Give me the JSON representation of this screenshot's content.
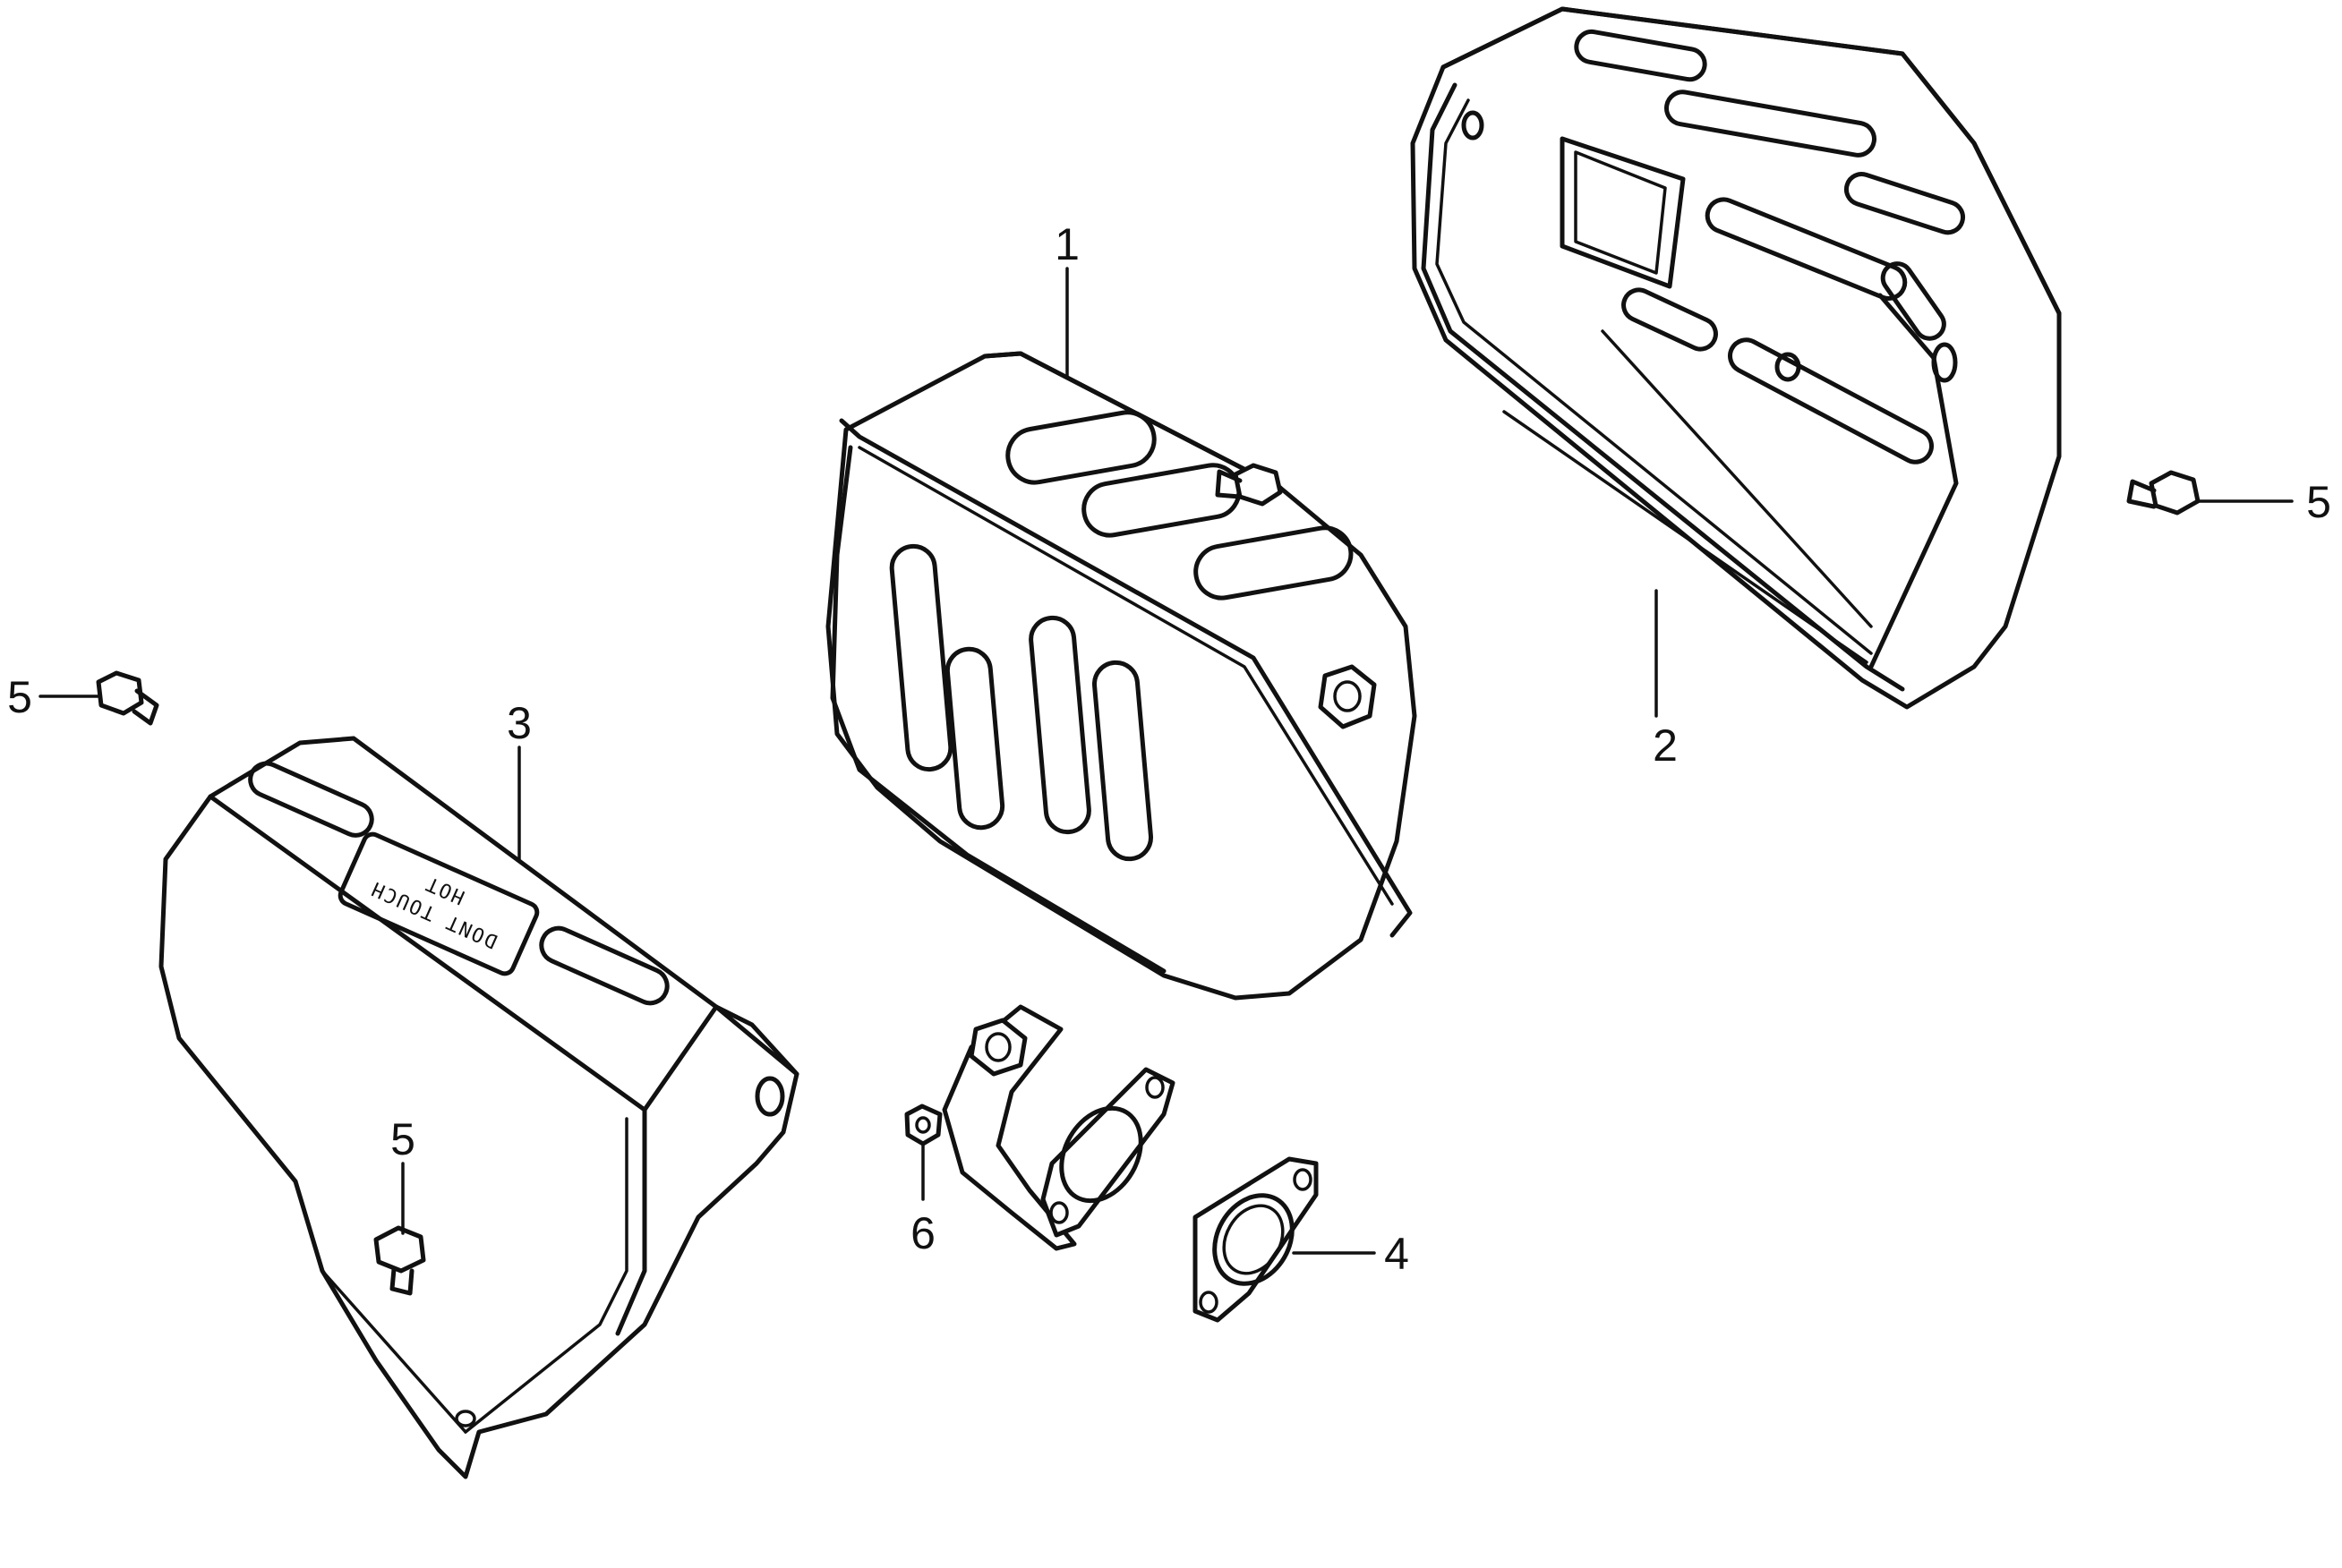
{
  "callouts": {
    "part1": "1",
    "part2": "2",
    "part3": "3",
    "part4": "4",
    "part5_right": "5",
    "part5_left": "5",
    "part5_lower": "5",
    "part6": "6"
  },
  "decal": {
    "line1": "HOT",
    "line2": "DONT TOUCH"
  },
  "colors": {
    "ink": "#111111",
    "paper": "#ffffff"
  }
}
